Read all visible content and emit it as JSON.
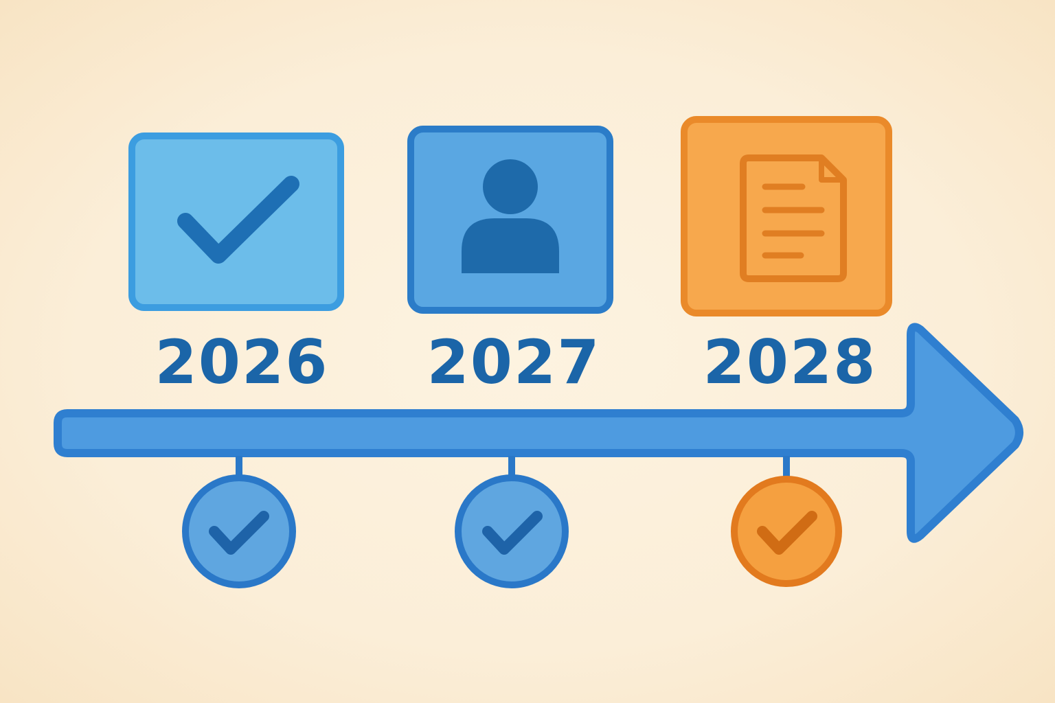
{
  "milestones": [
    {
      "year": "2026",
      "icon": "checkmark-icon",
      "card_fill": "#6cbdea",
      "card_border": "#3c9de0",
      "icon_color": "#1e6fb4",
      "marker_fill": "#5fa6e0",
      "marker_border": "#2a78c8",
      "marker_icon": "checkmark-icon"
    },
    {
      "year": "2027",
      "icon": "user-icon",
      "card_fill": "#5aa7e2",
      "card_border": "#2b7cc8",
      "icon_color": "#1e6aaa",
      "marker_fill": "#5fa6e0",
      "marker_border": "#2a78c8",
      "marker_icon": "checkmark-icon"
    },
    {
      "year": "2028",
      "icon": "document-icon",
      "card_fill": "#f7a84d",
      "card_border": "#ea8a2a",
      "icon_color": "#e07e22",
      "marker_fill": "#f5a040",
      "marker_border": "#e27a1e",
      "marker_icon": "checkmark-icon"
    }
  ],
  "colors": {
    "year_text": "#1b65a8",
    "arrow_fill": "#4e9be0",
    "arrow_border": "#2f7fd0",
    "background": "#fcf0dc"
  }
}
